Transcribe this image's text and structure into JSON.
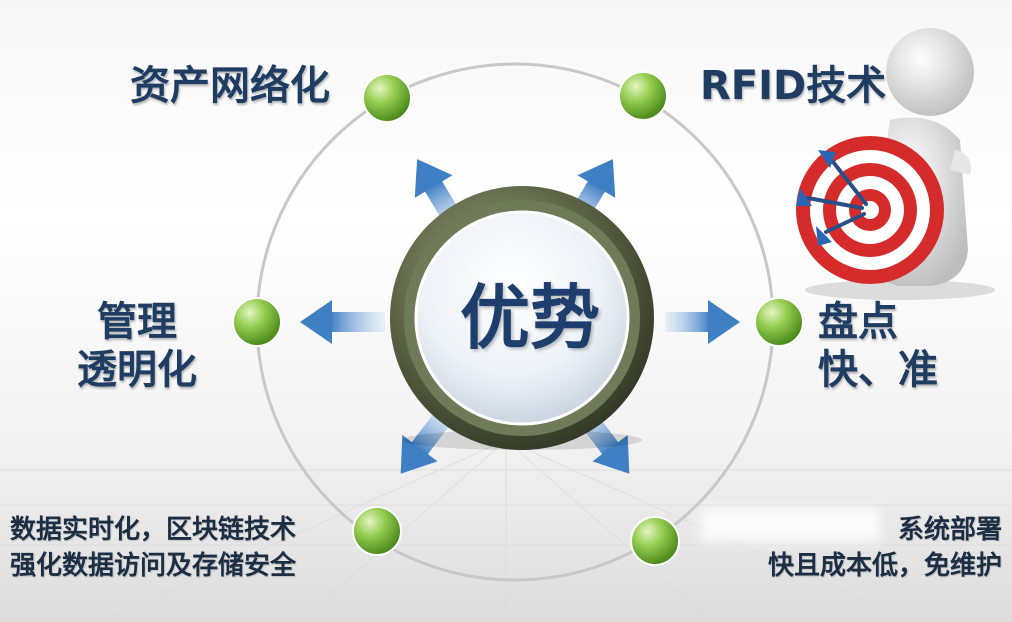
{
  "center": {
    "label": "优势"
  },
  "nodes": [
    {
      "id": "asset-network",
      "lines": [
        "资产网络化"
      ]
    },
    {
      "id": "rfid",
      "lines": [
        "RFID技术"
      ]
    },
    {
      "id": "management",
      "lines": [
        "管理",
        "透明化"
      ]
    },
    {
      "id": "inventory",
      "lines": [
        "盘点",
        "快、准"
      ]
    },
    {
      "id": "data-realtime",
      "lines": [
        "数据实时化，区块链技术",
        "强化数据访问及存储安全"
      ]
    },
    {
      "id": "deployment",
      "lines": [
        "系统部署",
        "快且成本低，免维护"
      ]
    }
  ],
  "colors": {
    "title_text": "#1f3d63",
    "node_green": "#7dbb3c",
    "arrow_blue": "#4a86c8",
    "ring_dark": "#4f5a3c",
    "orbit_gray": "#c8c8c8",
    "target_red": "#d62b2b"
  },
  "icons": [
    "target-icon",
    "mascot-figure"
  ]
}
